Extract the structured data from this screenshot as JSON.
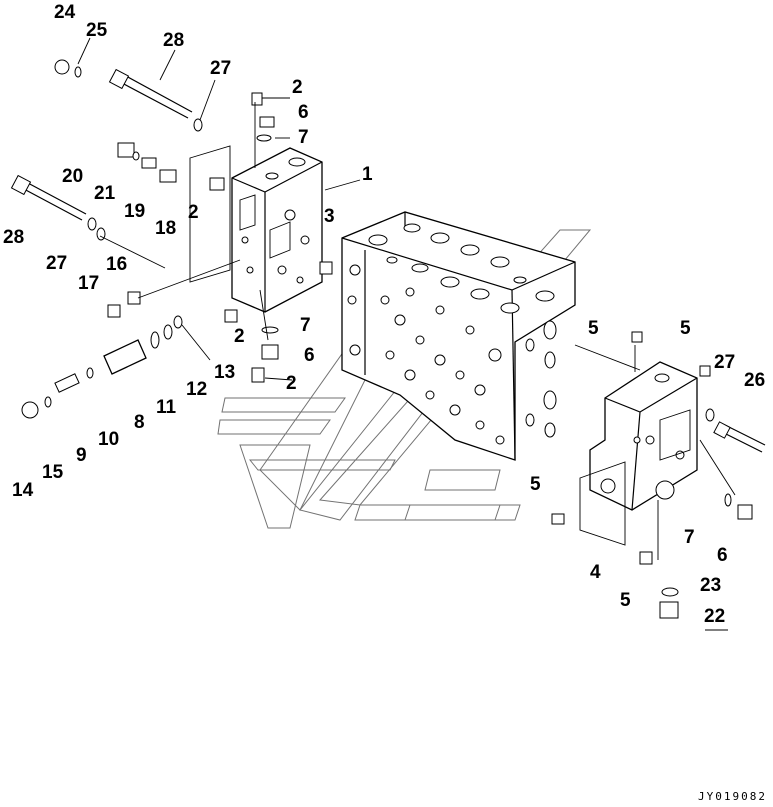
{
  "diagram": {
    "document_code": "JY019082",
    "part_labels": [
      "1",
      "2",
      "3",
      "4",
      "5",
      "6",
      "7",
      "8",
      "9",
      "10",
      "11",
      "12",
      "13",
      "14",
      "15",
      "16",
      "17",
      "18",
      "19",
      "20",
      "21",
      "22",
      "23",
      "24",
      "25",
      "26",
      "27",
      "28"
    ]
  }
}
